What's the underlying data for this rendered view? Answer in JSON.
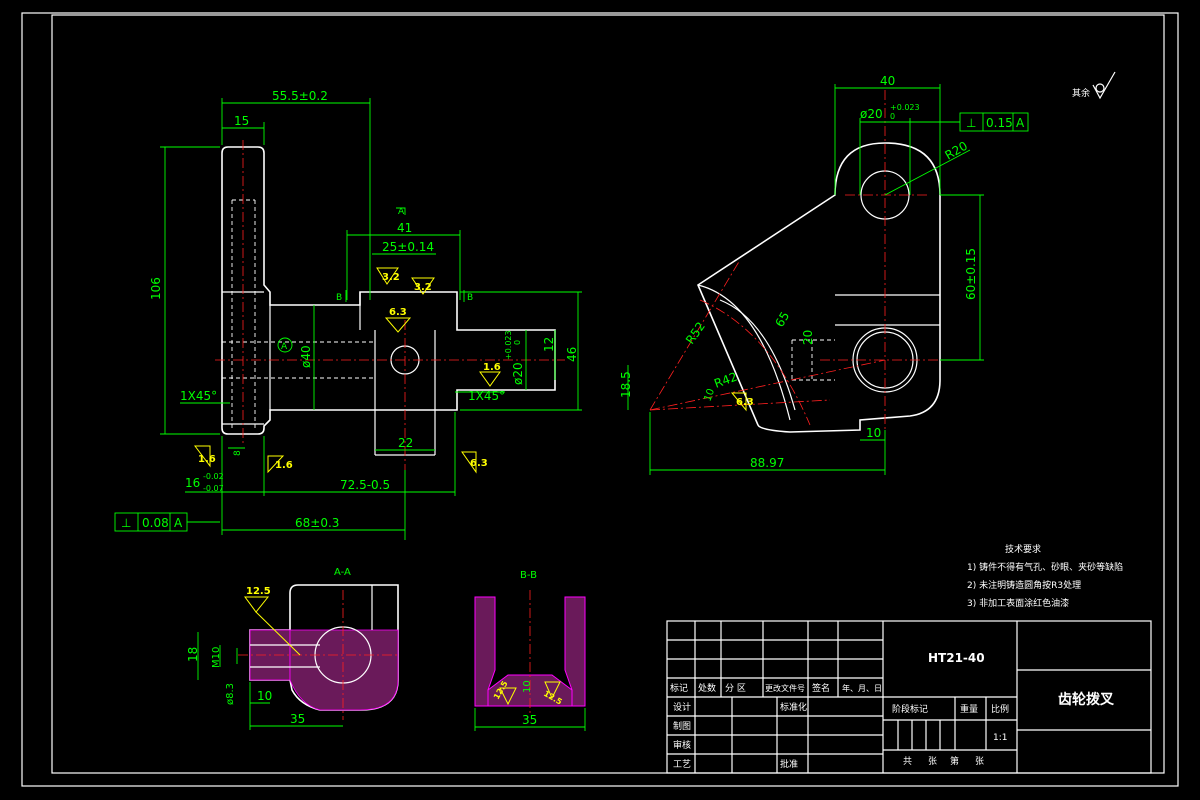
{
  "dims_front": {
    "d_55_5": "55.5±0.2",
    "d_15": "15",
    "d_106": "106",
    "d_41": "41",
    "d_25": "25±0.14",
    "d_phi40": "ø40",
    "d_phi20": "ø20",
    "d_12": "12",
    "d_46": "46",
    "d_22": "22",
    "d_16": "16",
    "d_72_5": "72.5-0.5",
    "d_68": "68±0.3",
    "d_8": "8",
    "chamfer_left": "1X45°",
    "chamfer_right": "1X45°",
    "tol_phi20_upper": "+0.023",
    "tol_phi20_lower": "0",
    "tol_16_upper": "-0.02",
    "tol_16_lower": "-0.07"
  },
  "dims_side": {
    "d_40": "40",
    "d_phi20": "ø20",
    "tol_upper": "+0.023",
    "tol_lower": "0",
    "r20": "R20",
    "r52": "R52",
    "r42": "R42",
    "d_60": "60±0.15",
    "d_18_5": "18.5",
    "d_88_97": "88.97",
    "d_10": "10",
    "d_20": "20",
    "d_65": "65",
    "d_10b": "10"
  },
  "dims_section_a": {
    "d_18": "18",
    "d_m10": "M10",
    "d_phi8_3": "ø8.3",
    "d_10": "10",
    "d_35": "35"
  },
  "dims_section_b": {
    "d_35": "35",
    "d_10": "10"
  },
  "section_labels": {
    "a_label": "A-A",
    "b_label": "B-B",
    "a_marker": "A",
    "b_marker": "B",
    "datum_a": "A"
  },
  "gdt": {
    "perp_symbol": "⊥",
    "front_tol": "0.08",
    "front_datum": "A",
    "side_tol": "0.15",
    "side_datum": "A"
  },
  "roughness": {
    "r3_2a": "3.2",
    "r3_2b": "3.2",
    "r6_3": "6.3",
    "r1_6a": "1.6",
    "r1_6b": "1.6",
    "r1_6c": "1.6",
    "r6_3b": "6.3",
    "r6_3c": "6.3",
    "r12_5": "12.5",
    "r12_5b": "12.5",
    "r12_5c": "12.5",
    "rest": "其余"
  },
  "tech_requirements": {
    "title": "技术要求",
    "items": [
      "1) 铸件不得有气孔、砂眼、夹砂等缺陷",
      "2) 未注明铸造圆角按R3处理",
      "3) 非加工表面涂红色油漆"
    ]
  },
  "title_block": {
    "material": "HT21-40",
    "part_name": "齿轮拨叉",
    "row_labels": [
      "标记",
      "处数",
      "分 区",
      "更改文件号",
      "签名",
      "年、月、日"
    ],
    "design": "设计",
    "standardization": "标准化",
    "stage_mark": "阶段标记",
    "weight": "重量",
    "scale": "比例",
    "scale_value": "1:1",
    "drawing": "制图",
    "review": "审核",
    "process": "工艺",
    "approve": "批准",
    "sheets_total": "共",
    "sheet_word1": "张",
    "sheets_no": "第",
    "sheet_word2": "张"
  }
}
